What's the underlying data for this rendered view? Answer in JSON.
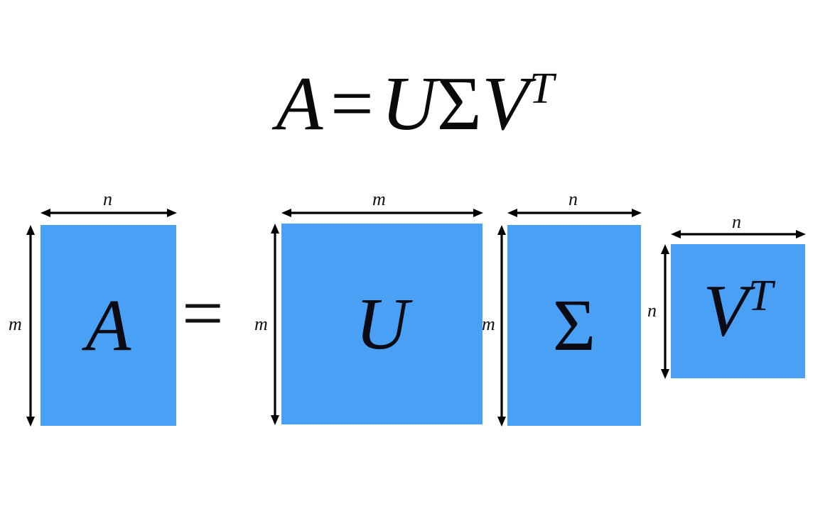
{
  "equation": {
    "lhs": "A",
    "operator": "=",
    "rhs_u": "U",
    "rhs_sigma": "Σ",
    "rhs_v": "V",
    "rhs_v_sup": "T"
  },
  "middle_operator": "=",
  "matrices": [
    {
      "id": "A",
      "label": "A",
      "sup": "",
      "top_dim": "n",
      "left_dim": "m",
      "color": "#4AA0F5"
    },
    {
      "id": "U",
      "label": "U",
      "sup": "",
      "top_dim": "m",
      "left_dim": "m",
      "color": "#4AA0F5"
    },
    {
      "id": "Sigma",
      "label": "Σ",
      "sup": "",
      "top_dim": "n",
      "left_dim": "m",
      "color": "#4AA0F5"
    },
    {
      "id": "VT",
      "label": "V",
      "sup": "T",
      "top_dim": "n",
      "left_dim": "n",
      "color": "#4AA0F5"
    }
  ],
  "colors": {
    "matrix_blue": "#4AA0F5",
    "ink": "#000000",
    "background": "#FFFFFF"
  }
}
